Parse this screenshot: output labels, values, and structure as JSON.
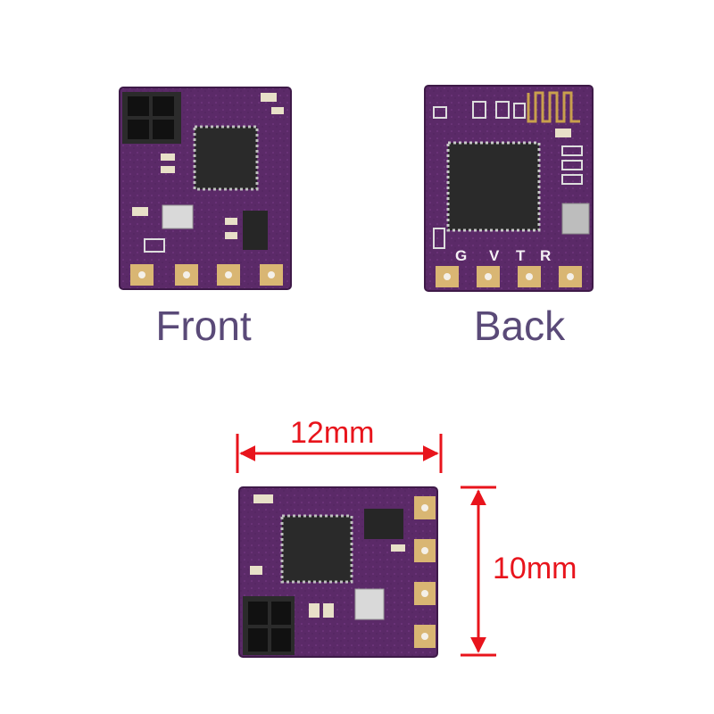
{
  "captions": {
    "front": "Front",
    "back": "Back"
  },
  "dimensions": {
    "width": "12mm",
    "height": "10mm"
  },
  "back_pin_labels": [
    "G",
    "V",
    "T",
    "R"
  ],
  "colors": {
    "pcb": "#5b2a68",
    "pcb_dark": "#3e1a48",
    "pad_gold": "#d9b673",
    "chip": "#2a2a2a",
    "dimension": "#e8141c",
    "caption": "#5a4a78"
  }
}
